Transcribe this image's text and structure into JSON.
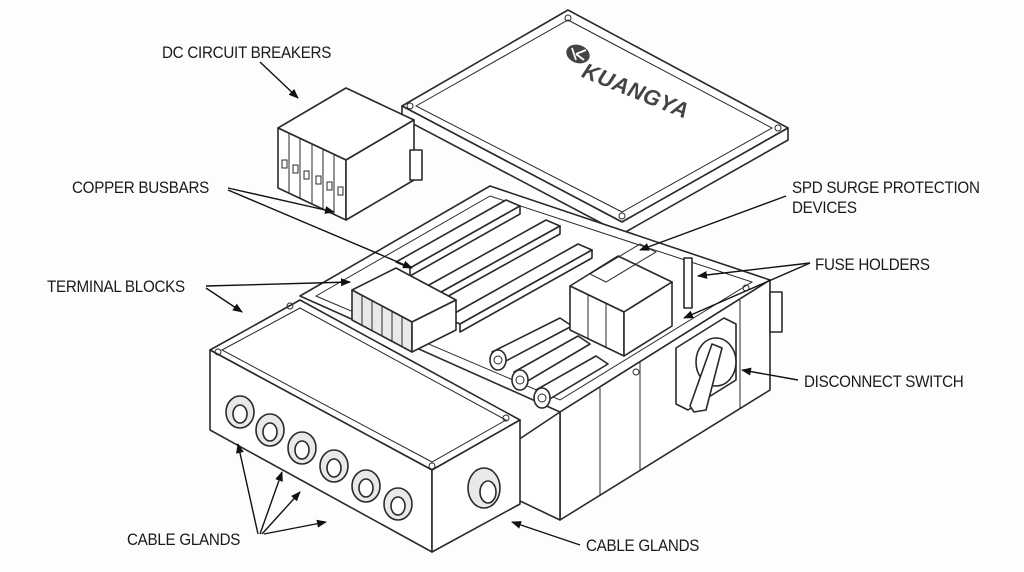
{
  "diagram": {
    "title": "Solar PV combiner box exploded view",
    "brand": "KUANGYA",
    "brand_logo_icon": "kuangya-logo-icon",
    "labels": {
      "dc_breakers": "DC CIRCUIT BREAKERS",
      "copper_busbars": "COPPER BUSBARS",
      "terminal_blocks": "TERMINAL BLOCKS",
      "spd_line1": "SPD SURGE PROTECTION",
      "spd_line2": "DEVICES",
      "fuse_holders": "FUSE HOLDERS",
      "disconnect_switch": "DISCONNECT SWITCH",
      "cable_glands_left": "CABLE GLANDS",
      "cable_glands_right": "CABLE GLANDS"
    },
    "components": {
      "breaker_count": 6,
      "gland_count_front": 6,
      "gland_count_side": 1,
      "fuse_count": 3,
      "spd_count": 3,
      "busbar_count": 3
    },
    "colors": {
      "line": "#2a2a2a",
      "background": "#fdfdfd",
      "logo": "#444444"
    }
  }
}
